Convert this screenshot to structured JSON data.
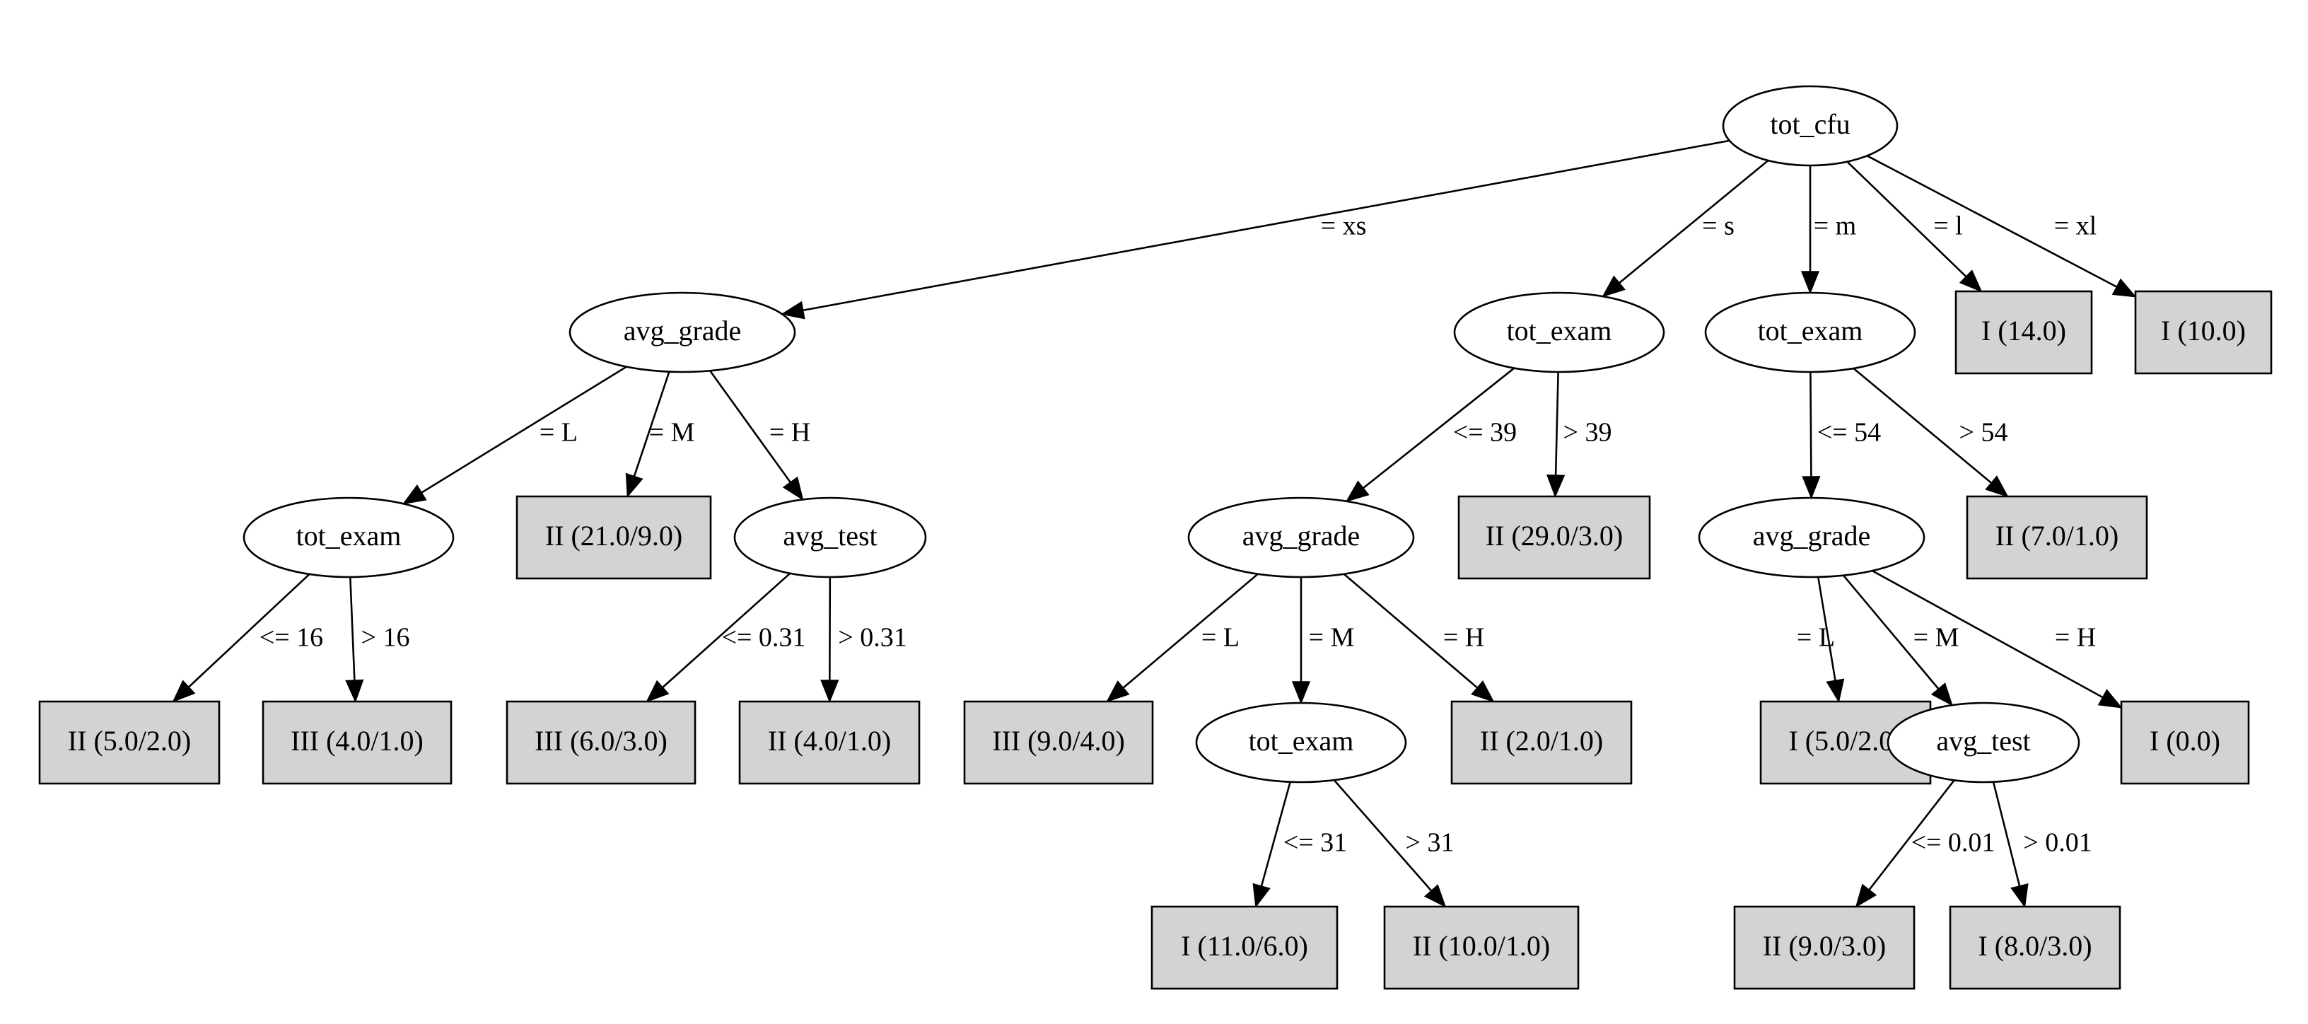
{
  "nodes": [
    {
      "id": "root",
      "label": "tot_cfu",
      "shape": "ellipse"
    },
    {
      "id": "n_avg_grade_1",
      "label": "avg_grade",
      "shape": "ellipse"
    },
    {
      "id": "n_tot_exam_s",
      "label": "tot_exam",
      "shape": "ellipse"
    },
    {
      "id": "n_tot_exam_m",
      "label": "tot_exam",
      "shape": "ellipse"
    },
    {
      "id": "leaf_l",
      "label": "I (14.0)",
      "shape": "box"
    },
    {
      "id": "leaf_xl",
      "label": "I (10.0)",
      "shape": "box"
    },
    {
      "id": "n_tot_exam_L",
      "label": "tot_exam",
      "shape": "ellipse"
    },
    {
      "id": "leaf_M1",
      "label": "II (21.0/9.0)",
      "shape": "box"
    },
    {
      "id": "n_avg_test_H",
      "label": "avg_test",
      "shape": "ellipse"
    },
    {
      "id": "n_avg_grade_s",
      "label": "avg_grade",
      "shape": "ellipse"
    },
    {
      "id": "leaf_gt39",
      "label": "II (29.0/3.0)",
      "shape": "box"
    },
    {
      "id": "n_avg_grade_m",
      "label": "avg_grade",
      "shape": "ellipse"
    },
    {
      "id": "leaf_gt54",
      "label": "II (7.0/1.0)",
      "shape": "box"
    },
    {
      "id": "leaf_le16",
      "label": "II (5.0/2.0)",
      "shape": "box"
    },
    {
      "id": "leaf_gt16",
      "label": "III (4.0/1.0)",
      "shape": "box"
    },
    {
      "id": "leaf_le031",
      "label": "III (6.0/3.0)",
      "shape": "box"
    },
    {
      "id": "leaf_gt031",
      "label": "II (4.0/1.0)",
      "shape": "box"
    },
    {
      "id": "leaf_sL",
      "label": "III (9.0/4.0)",
      "shape": "box"
    },
    {
      "id": "n_tot_exam_sM",
      "label": "tot_exam",
      "shape": "ellipse"
    },
    {
      "id": "leaf_sH",
      "label": "II (2.0/1.0)",
      "shape": "box"
    },
    {
      "id": "leaf_mL",
      "label": "I (5.0/2.0)",
      "shape": "box"
    },
    {
      "id": "n_avg_test_mM",
      "label": "avg_test",
      "shape": "ellipse"
    },
    {
      "id": "leaf_mH",
      "label": "I (0.0)",
      "shape": "box"
    },
    {
      "id": "leaf_le31",
      "label": "I (11.0/6.0)",
      "shape": "box"
    },
    {
      "id": "leaf_gt31",
      "label": "II (10.0/1.0)",
      "shape": "box"
    },
    {
      "id": "leaf_le001",
      "label": "II (9.0/3.0)",
      "shape": "box"
    },
    {
      "id": "leaf_gt001",
      "label": "I (8.0/3.0)",
      "shape": "box"
    }
  ],
  "edges": [
    {
      "from": "root",
      "to": "n_avg_grade_1",
      "label": "= xs"
    },
    {
      "from": "root",
      "to": "n_tot_exam_s",
      "label": "= s"
    },
    {
      "from": "root",
      "to": "n_tot_exam_m",
      "label": "= m"
    },
    {
      "from": "root",
      "to": "leaf_l",
      "label": "= l"
    },
    {
      "from": "root",
      "to": "leaf_xl",
      "label": "= xl"
    },
    {
      "from": "n_avg_grade_1",
      "to": "n_tot_exam_L",
      "label": "= L"
    },
    {
      "from": "n_avg_grade_1",
      "to": "leaf_M1",
      "label": "= M"
    },
    {
      "from": "n_avg_grade_1",
      "to": "n_avg_test_H",
      "label": "= H"
    },
    {
      "from": "n_tot_exam_s",
      "to": "n_avg_grade_s",
      "label": "<= 39"
    },
    {
      "from": "n_tot_exam_s",
      "to": "leaf_gt39",
      "label": "> 39"
    },
    {
      "from": "n_tot_exam_m",
      "to": "n_avg_grade_m",
      "label": "<= 54"
    },
    {
      "from": "n_tot_exam_m",
      "to": "leaf_gt54",
      "label": "> 54"
    },
    {
      "from": "n_tot_exam_L",
      "to": "leaf_le16",
      "label": "<= 16"
    },
    {
      "from": "n_tot_exam_L",
      "to": "leaf_gt16",
      "label": "> 16"
    },
    {
      "from": "n_avg_test_H",
      "to": "leaf_le031",
      "label": "<= 0.31"
    },
    {
      "from": "n_avg_test_H",
      "to": "leaf_gt031",
      "label": "> 0.31"
    },
    {
      "from": "n_avg_grade_s",
      "to": "leaf_sL",
      "label": "= L"
    },
    {
      "from": "n_avg_grade_s",
      "to": "n_tot_exam_sM",
      "label": "= M"
    },
    {
      "from": "n_avg_grade_s",
      "to": "leaf_sH",
      "label": "= H"
    },
    {
      "from": "n_avg_grade_m",
      "to": "leaf_mL",
      "label": "= L"
    },
    {
      "from": "n_avg_grade_m",
      "to": "n_avg_test_mM",
      "label": "= M"
    },
    {
      "from": "n_avg_grade_m",
      "to": "leaf_mH",
      "label": "= H"
    },
    {
      "from": "n_tot_exam_sM",
      "to": "leaf_le31",
      "label": "<= 31"
    },
    {
      "from": "n_tot_exam_sM",
      "to": "leaf_gt31",
      "label": "> 31"
    },
    {
      "from": "n_avg_test_mM",
      "to": "leaf_le001",
      "label": "<= 0.01"
    },
    {
      "from": "n_avg_test_mM",
      "to": "leaf_gt001",
      "label": "> 0.01"
    }
  ],
  "colors": {
    "leaf_fill": "#d3d3d3",
    "stroke": "#000000",
    "background": "#ffffff"
  }
}
